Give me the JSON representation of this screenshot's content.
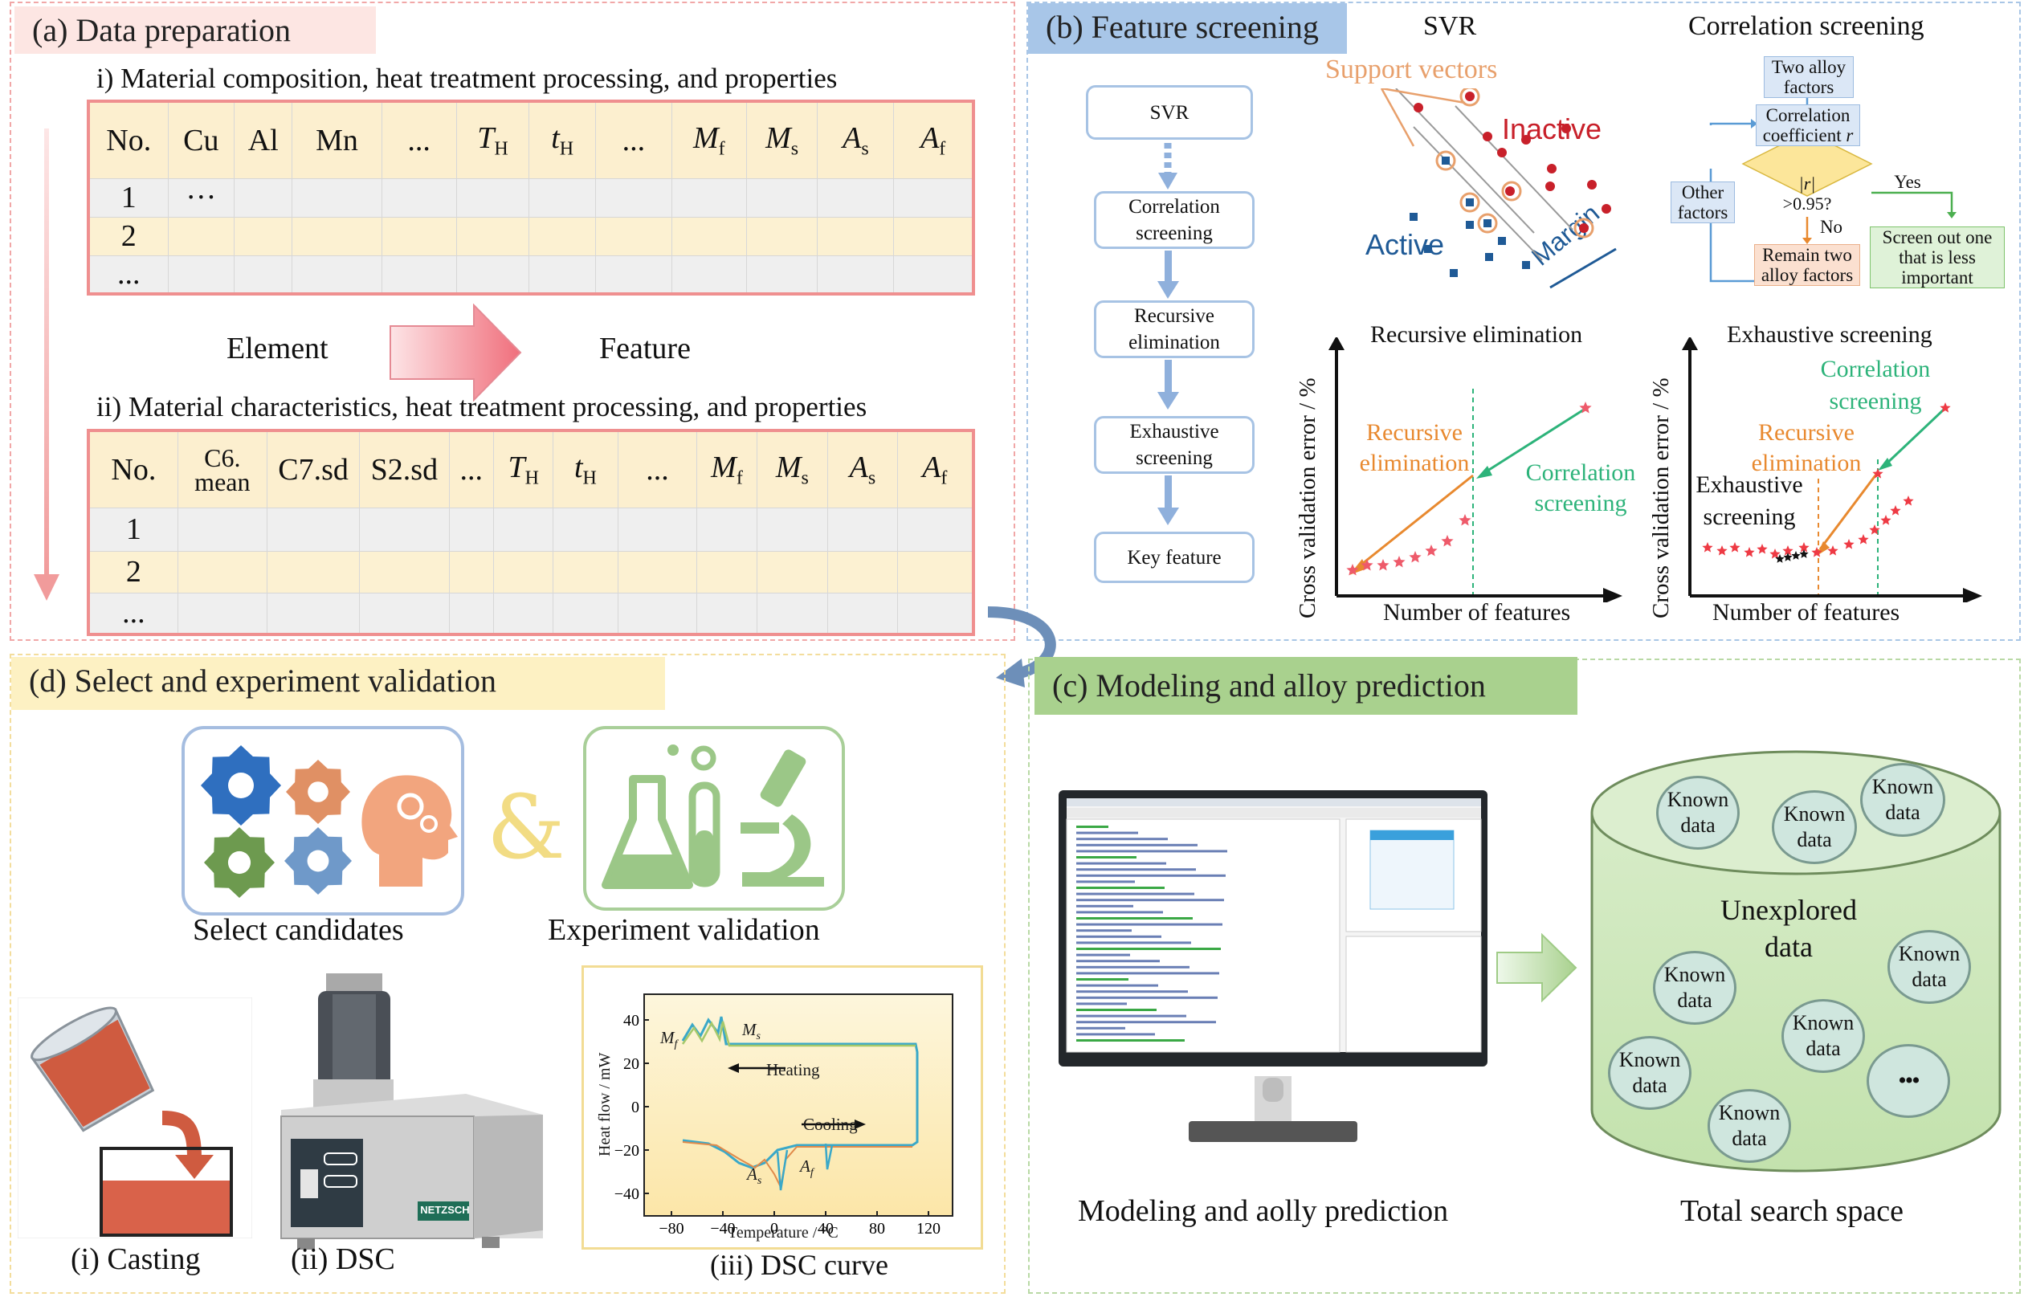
{
  "panel_a": {
    "title": "(a) Data preparation",
    "sub1": "i) Material composition, heat treatment processing, and properties",
    "table1_headers": [
      "No.",
      "Cu",
      "Al",
      "Mn",
      "...",
      "T",
      "t",
      "...",
      "M",
      "M",
      "A",
      "A"
    ],
    "table1_subs": [
      "",
      "",
      "",
      "",
      "",
      "H",
      "H",
      "",
      "f",
      "s",
      "s",
      "f"
    ],
    "table1_rows": [
      "1",
      "2",
      "..."
    ],
    "table1_cell": "···",
    "element": "Element",
    "feature": "Feature",
    "sub2": "ii) Material characteristics, heat treatment processing, and properties",
    "table2_headers": [
      "No.",
      "C6.\nmean",
      "C7.sd",
      "S2.sd",
      "...",
      "T",
      "t",
      "...",
      "M",
      "M",
      "A",
      "A"
    ],
    "table2_subs": [
      "",
      "",
      "",
      "",
      "",
      "H",
      "H",
      "",
      "f",
      "s",
      "s",
      "f"
    ],
    "table2_rows": [
      "1",
      "2",
      "..."
    ]
  },
  "panel_b": {
    "title": "(b) Feature screening",
    "flow": [
      "SVR",
      "Correlation screening",
      "Recursive elimination",
      "Exhaustive screening",
      "Key feature"
    ],
    "svr_title": "SVR",
    "support_vectors": "Support vectors",
    "inactive": "Inactive",
    "active": "Active",
    "margin": "Margin",
    "corr_title": "Correlation screening",
    "two_alloy": "Two alloy factors",
    "corr_coef": "Correlation coefficient",
    "corr_r": "r",
    "cond_top": "|r|",
    "cond_bot": ">0.95?",
    "yes": "Yes",
    "no": "No",
    "other": "Other factors",
    "remain": "Remain two alloy factors",
    "screen_out": "Screen out one that is less important",
    "rec_title": "Recursive elimination",
    "exh_title": "Exhaustive screening",
    "ylabel": "Cross validation error / %",
    "xlabel": "Number of features",
    "rec_label": "Recursive elimination",
    "corr_label": "Correlation screening",
    "exh_label": "Exhaustive screening"
  },
  "panel_c": {
    "title": "(c) Modeling and alloy prediction",
    "modeling_caption": "Modeling and aolly prediction",
    "search_caption": "Total search space",
    "known": "Known data",
    "unexplored": "Unexplored data",
    "dots": "•••"
  },
  "panel_d": {
    "title": "(d) Select and experiment validation",
    "amp": "&",
    "select": "Select candidates",
    "exp": "Experiment validation",
    "casting": "(i) Casting",
    "dsc": "(ii) DSC",
    "dsc_curve": "(iii) DSC curve",
    "brand": "NETZSCH",
    "dsc_ylabel": "Heat flow / mW",
    "dsc_xlabel": "Temperature / °C",
    "dsc_x_ticks": [
      "−80",
      "−40",
      "0",
      "40",
      "80",
      "120"
    ],
    "dsc_y_ticks": [
      "40",
      "20",
      "0",
      "−20",
      "−40"
    ],
    "heating": "Heating",
    "cooling": "Cooling",
    "Mf": "M",
    "Mf_sub": "f",
    "Ms": "M",
    "Ms_sub": "s",
    "As": "A",
    "As_sub": "s",
    "Af": "A",
    "Af_sub": "f"
  },
  "colors": {
    "red": "#ee8a8a",
    "blue": "#a9c6e6",
    "green": "#a9d18e",
    "yellow": "#f6e6a8",
    "accent_orange": "#e8892f",
    "accent_green": "#2db37a"
  }
}
